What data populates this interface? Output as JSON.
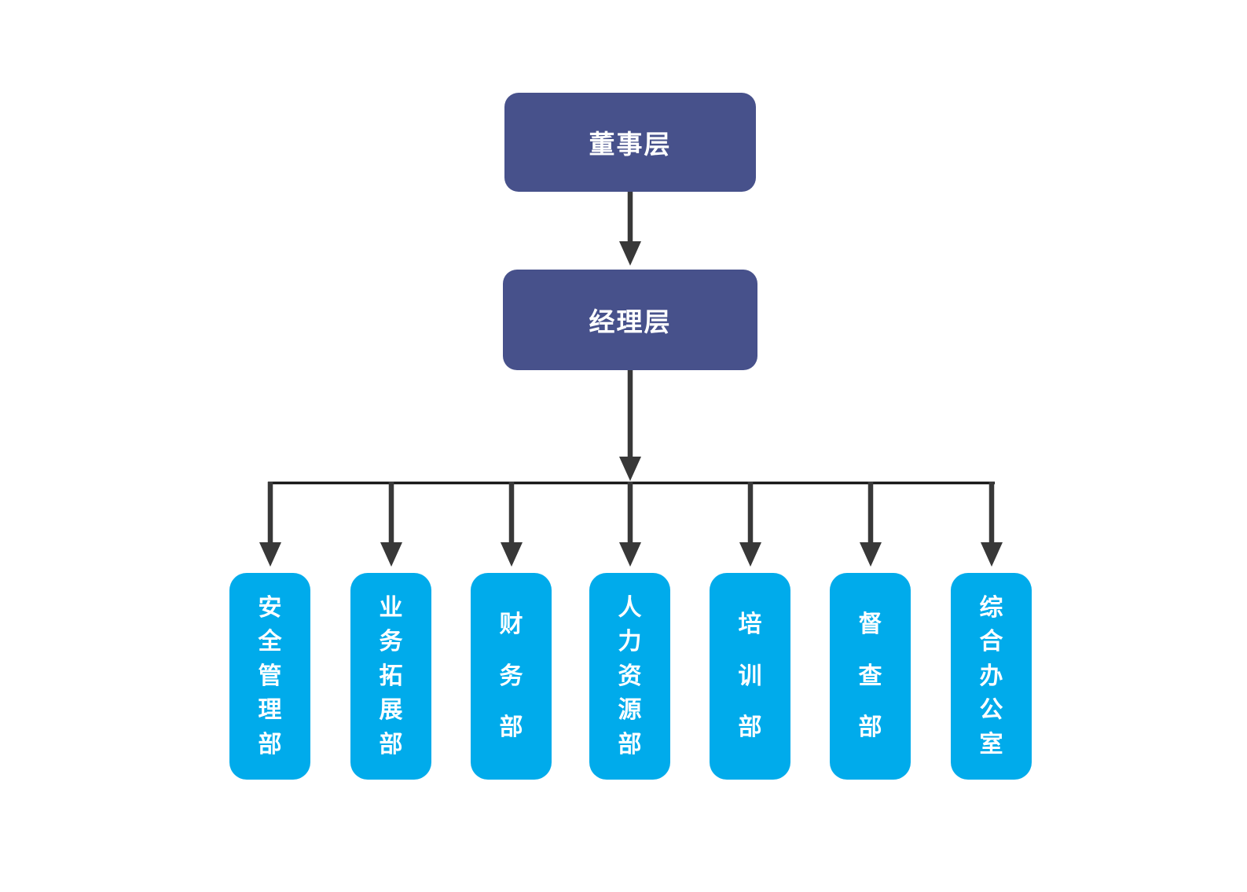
{
  "org_chart": {
    "levels": [
      {
        "label": "董事层"
      },
      {
        "label": "经理层"
      }
    ],
    "departments": [
      {
        "label": "安全管理部"
      },
      {
        "label": "业务拓展部"
      },
      {
        "label": "财务部"
      },
      {
        "label": "人力资源部"
      },
      {
        "label": "培训部"
      },
      {
        "label": "督查部"
      },
      {
        "label": "综合办公室"
      }
    ],
    "colors": {
      "level_box": "#47518B",
      "dept_box": "#00ABEB",
      "connector": "#383838",
      "bus_line": "#1A1A1A",
      "text": "#FFFFFF",
      "background": "#FFFFFF"
    }
  }
}
